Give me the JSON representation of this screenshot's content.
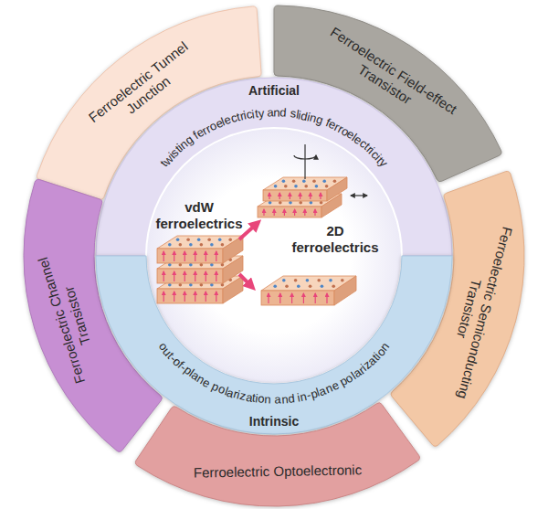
{
  "diagram": {
    "nodes": [
      {
        "text": [
          "Ferroelectric Tunnel Junction"
        ]
      },
      {
        "text": [
          "Ferroelectric Field-effect Transistor"
        ]
      },
      {
        "text": [
          "Artificial",
          "twisting ferroelectricity and sliding ferroelectricity"
        ]
      },
      {
        "text": [
          "vdW ferroelectrics",
          "2D ferroelectrics"
        ]
      },
      {
        "text": [
          "Ferroelectric Channel Transistor"
        ]
      },
      {
        "text": [
          "Ferroelectric Semiconducting Transistor"
        ]
      },
      {
        "text": [
          "out-of-plane polarization and in-plane polarization",
          "Intrinsic"
        ]
      },
      {
        "text": [
          "Ferroelectric Optoelectronic"
        ]
      }
    ]
  }
}
